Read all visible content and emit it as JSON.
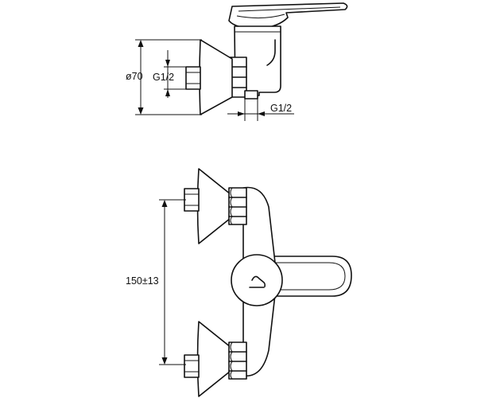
{
  "dimensions": {
    "diameter_label": "ø70",
    "inlet_thread_label": "G1/2",
    "outlet_thread_label": "G1/2",
    "center_distance_label": "150±13"
  }
}
